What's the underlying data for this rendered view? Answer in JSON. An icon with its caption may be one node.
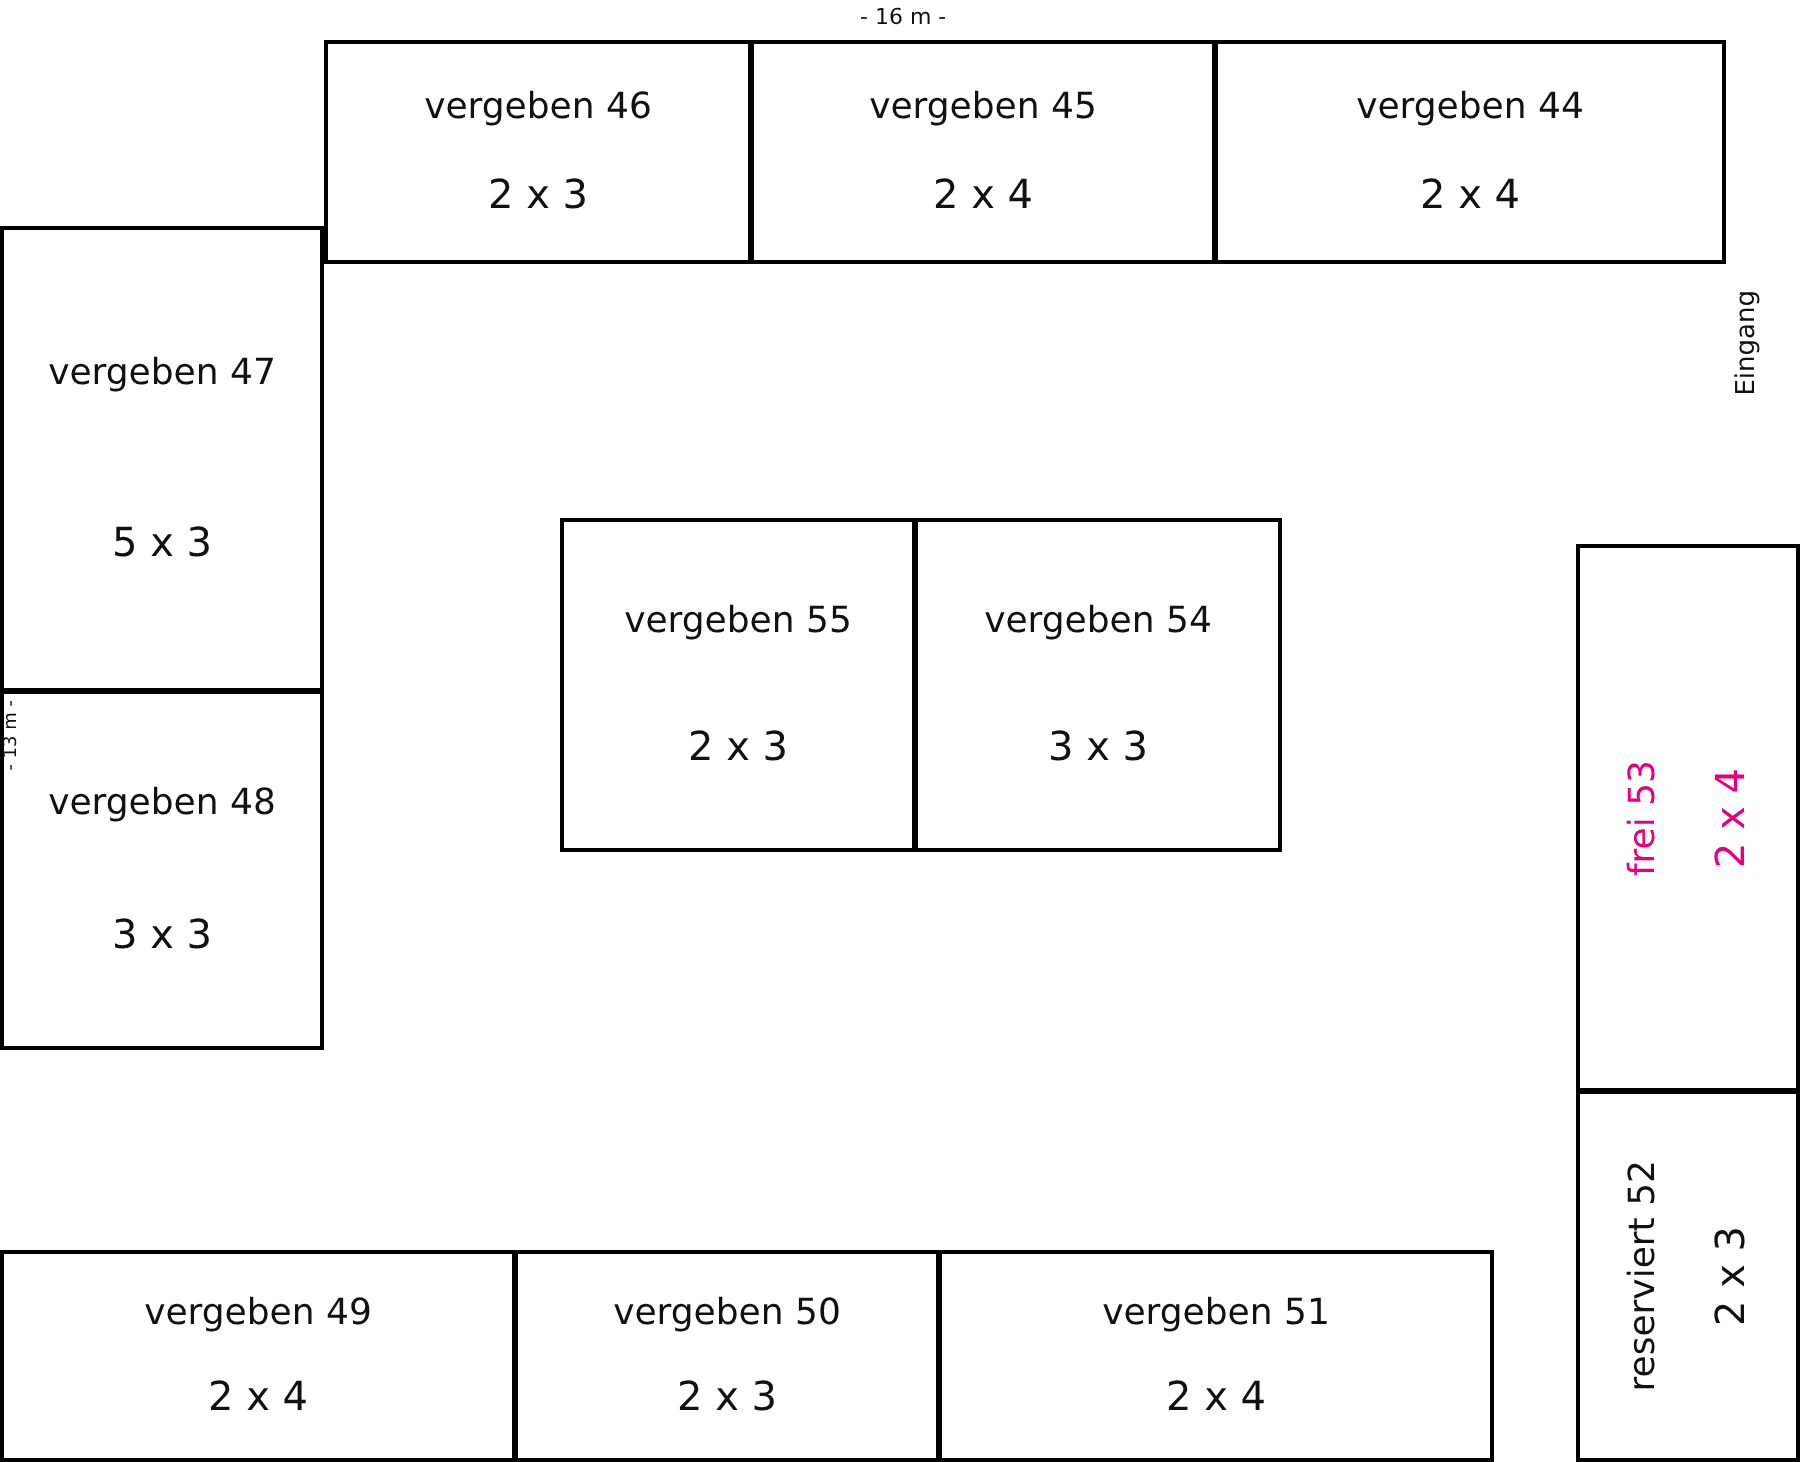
{
  "diagram": {
    "nodes": [
      {
        "text": [
          "vergeben 46",
          "2 x 3"
        ]
      },
      {
        "text": [
          "vergeben 45",
          "2 x 4"
        ]
      },
      {
        "text": [
          "vergeben 44",
          "2 x 4"
        ]
      },
      {
        "text": [
          "vergeben 47",
          "5 x 3"
        ]
      },
      {
        "text": [
          "vergeben 55",
          "2 x 3"
        ]
      },
      {
        "text": [
          "vergeben 54",
          "3 x 3"
        ]
      },
      {
        "text": [
          "frei 53",
          "2 x 4"
        ]
      },
      {
        "text": [
          "vergeben 48",
          "3 x 3"
        ]
      },
      {
        "text": [
          "reserviert 52",
          "2 x 3"
        ]
      },
      {
        "text": [
          "vergeben 49",
          "2 x 4"
        ]
      },
      {
        "text": [
          "vergeben 50",
          "2 x 3"
        ]
      },
      {
        "text": [
          "vergeben 51",
          "2 x 4"
        ]
      }
    ],
    "labels": [
      "- 16 m -",
      "Eingang",
      "- 13 m -"
    ]
  }
}
